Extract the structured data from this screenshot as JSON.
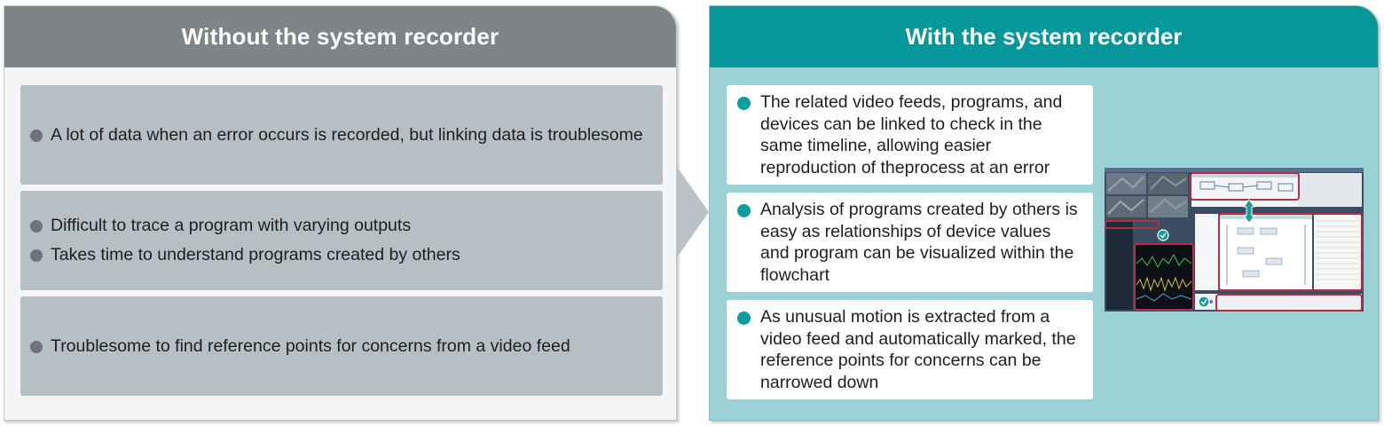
{
  "left": {
    "title": "Without the system recorder",
    "items": [
      {
        "lines": [
          "A lot of data when an error occurs is recorded, but linking data is troublesome"
        ]
      },
      {
        "lines": [
          "Difficult to trace a program with varying outputs",
          "Takes time to understand programs created by others"
        ]
      },
      {
        "lines": [
          "Troublesome to find reference points for concerns from a video feed"
        ]
      }
    ]
  },
  "right": {
    "title": "With the system recorder",
    "items": [
      {
        "text": "The related video feeds, programs, and devices can be linked to check in the same timeline, allowing easier reproduction of theprocess at an error"
      },
      {
        "text": "Analysis of programs created by others is easy as relationships of device values and program can be visualized within the flowchart"
      },
      {
        "text": "As unusual motion is extracted from a video feed and automatically marked, the reference points for concerns can be narrowed down"
      }
    ]
  },
  "colors": {
    "left_header": "#7f8487",
    "left_item": "#b6bfc4",
    "left_bullet": "#6f7478",
    "right_header": "#06979a",
    "right_body": "#9bd2d5",
    "right_bullet": "#089ea0",
    "highlight": "#b0304a"
  }
}
